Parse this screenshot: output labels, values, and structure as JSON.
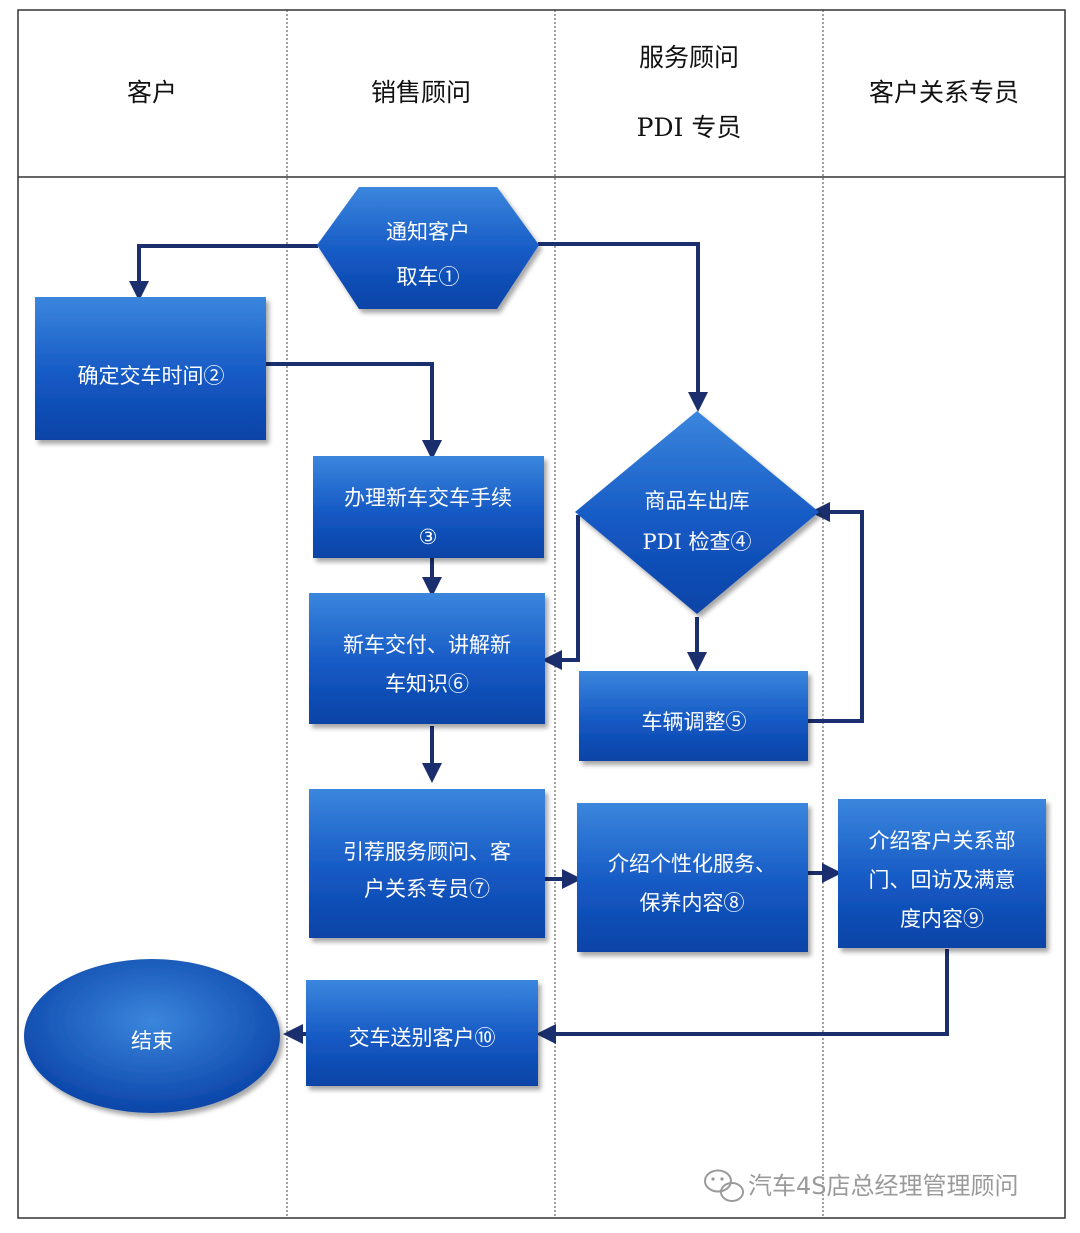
{
  "colors": {
    "node_fill_light": "#3b86dd",
    "node_fill_dark": "#0a43a6",
    "arrow": "#1b2f6e",
    "border": "#333333",
    "lane_divider": "#444444"
  },
  "lanes": [
    {
      "line1": "客户",
      "line2": ""
    },
    {
      "line1": "销售顾问",
      "line2": ""
    },
    {
      "line1": "服务顾问",
      "line2": "PDI 专员"
    },
    {
      "line1": "客户关系专员",
      "line2": ""
    }
  ],
  "nodes": {
    "notify": {
      "shape": "hexagon",
      "line1": "通知客户",
      "line2": "取车①"
    },
    "confirm_time": {
      "shape": "rectangle",
      "line1": "确定交车时间②",
      "line2": ""
    },
    "procedures": {
      "shape": "rectangle",
      "line1": "办理新车交车手续",
      "line2": "③"
    },
    "pdi_check": {
      "shape": "diamond",
      "line1": "商品车出库",
      "line2": "PDI 检查④"
    },
    "delivery": {
      "shape": "rectangle",
      "line1": "新车交付、讲解新",
      "line2": "车知识⑥"
    },
    "adjust": {
      "shape": "rectangle",
      "line1": "车辆调整⑤",
      "line2": ""
    },
    "recommend": {
      "shape": "rectangle",
      "line1": "引荐服务顾问、客",
      "line2": "户关系专员⑦"
    },
    "introduce_service": {
      "shape": "rectangle",
      "line1": "介绍个性化服务、",
      "line2": "保养内容⑧"
    },
    "introduce_crm": {
      "shape": "rectangle",
      "line1": "介绍客户关系部",
      "line2": "门、回访及满意",
      "line3": "度内容⑨"
    },
    "farewell": {
      "shape": "rectangle",
      "line1": "交车送别客户⑩",
      "line2": ""
    },
    "end": {
      "shape": "ellipse",
      "line1": "结束",
      "line2": ""
    }
  },
  "watermark": {
    "icon": "wechat-icon",
    "text": "汽车4S店总经理管理顾问"
  }
}
